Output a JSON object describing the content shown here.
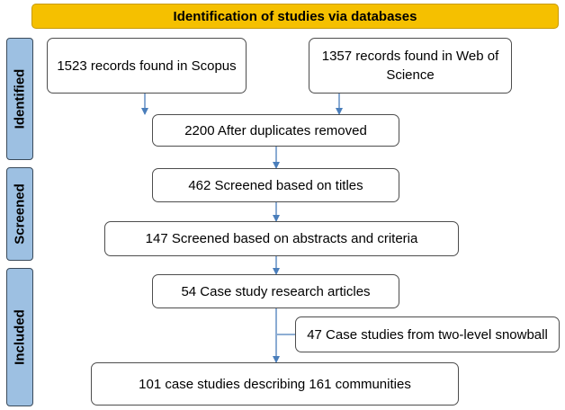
{
  "banner": "Identification of studies via databases",
  "stages": {
    "identified": "Identified",
    "screened": "Screened",
    "included": "Included"
  },
  "boxes": {
    "scopus": "1523 records found in Scopus",
    "wos": "1357 records found in Web of Science",
    "dedup": "2200 After duplicates removed",
    "titles": "462 Screened based on titles",
    "abstracts": "147 Screened based on abstracts and criteria",
    "case_articles": "54 Case study research articles",
    "snowball": "47 Case studies from two-level snowball",
    "final": "101 case studies describing 161 communities"
  },
  "colors": {
    "banner": "#f5c000",
    "stage": "#9dc0e2",
    "arrow": "#4a7ebb"
  }
}
